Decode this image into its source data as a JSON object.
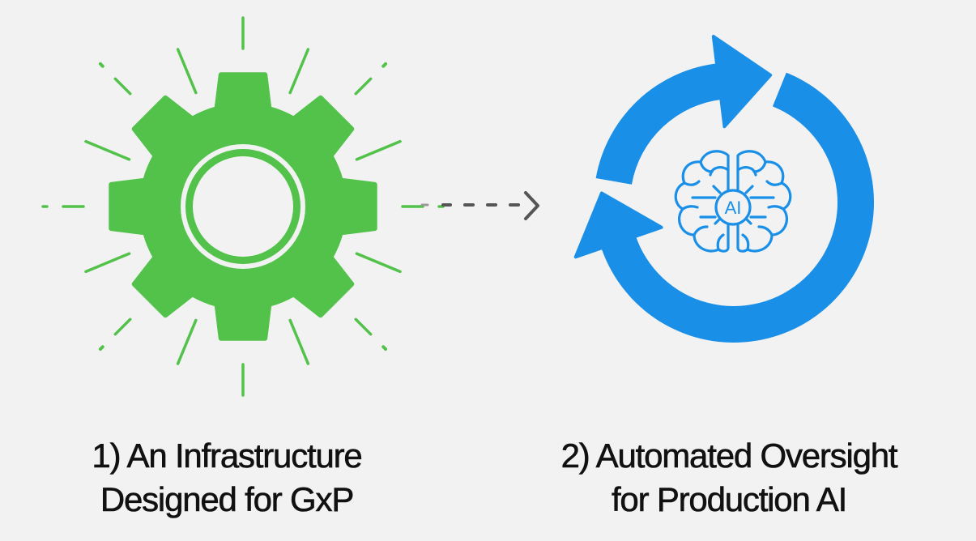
{
  "colors": {
    "background": "#f2f2f2",
    "gear": "#52c24a",
    "cycle": "#1a8fe8",
    "connector": "#555555",
    "text": "#111111"
  },
  "icons": {
    "left": "gear-icon",
    "connector": "dashed-arrow-icon",
    "right": "circular-arrows-icon",
    "center": "ai-brain-icon"
  },
  "brain_label": "AI",
  "captions": [
    {
      "line1": "1) An Infrastructure",
      "line2": "Designed for GxP"
    },
    {
      "line1": "2) Automated Oversight",
      "line2": "for Production AI"
    }
  ]
}
